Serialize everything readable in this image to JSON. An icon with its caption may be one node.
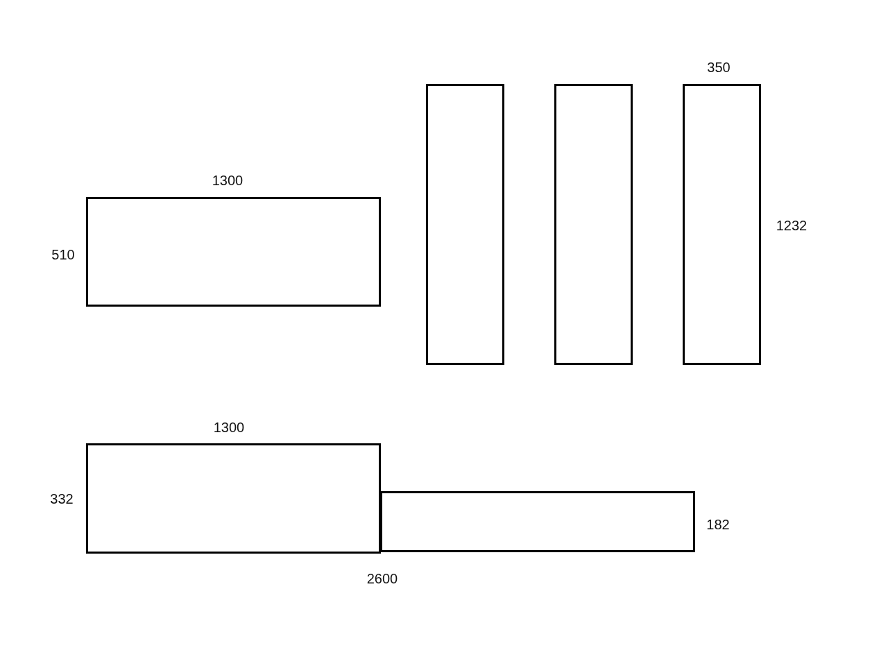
{
  "diagram": {
    "nodes": [
      {
        "text": [],
        "shape": "box"
      },
      {
        "text": [],
        "shape": "box"
      },
      {
        "text": [],
        "shape": "box"
      },
      {
        "text": [],
        "shape": "box"
      },
      {
        "text": [],
        "shape": "box"
      },
      {
        "text": [],
        "shape": "box"
      }
    ],
    "labels": [
      "350",
      "1300",
      "1232",
      "510",
      "1300",
      "332",
      "182",
      "2600"
    ]
  }
}
